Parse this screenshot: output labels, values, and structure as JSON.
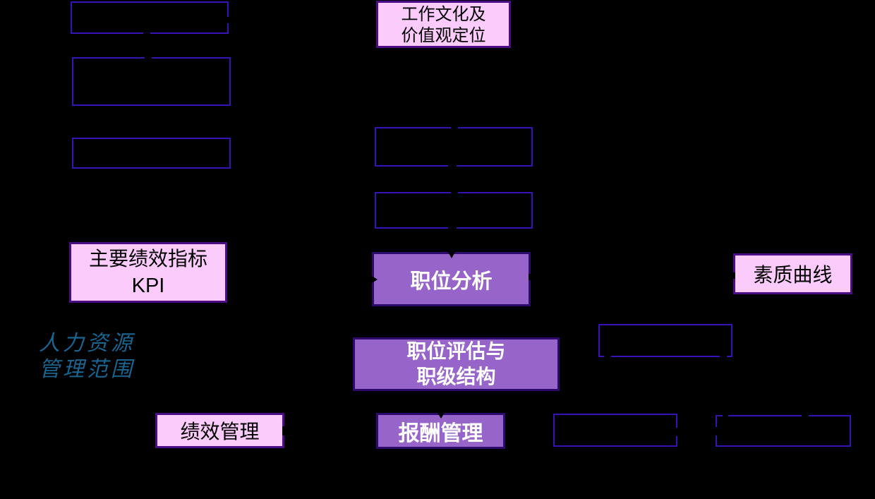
{
  "colors": {
    "background": "#000000",
    "pink_fill": "#FBCBFB",
    "pink_border": "#4B0C86",
    "purple_fill": "#9765C9",
    "purple_border": "#2D0A6E",
    "empty_border": "#3713B5",
    "label_blue": "#1A648F"
  },
  "scope_label": {
    "line1": "人力资源",
    "line2": "管理范围"
  },
  "boxes": {
    "culture": {
      "line1": "工作文化及",
      "line2": "价值观定位"
    },
    "kpi": {
      "line1": "主要绩效指标",
      "line2": "KPI"
    },
    "job_analysis": {
      "label": "职位分析"
    },
    "quality_curve": {
      "label": "素质曲线"
    },
    "job_evaluation": {
      "line1": "职位评估与",
      "line2": "职级结构"
    },
    "performance_mgmt": {
      "label": "绩效管理"
    },
    "compensation_mgmt": {
      "label": "报酬管理"
    }
  }
}
